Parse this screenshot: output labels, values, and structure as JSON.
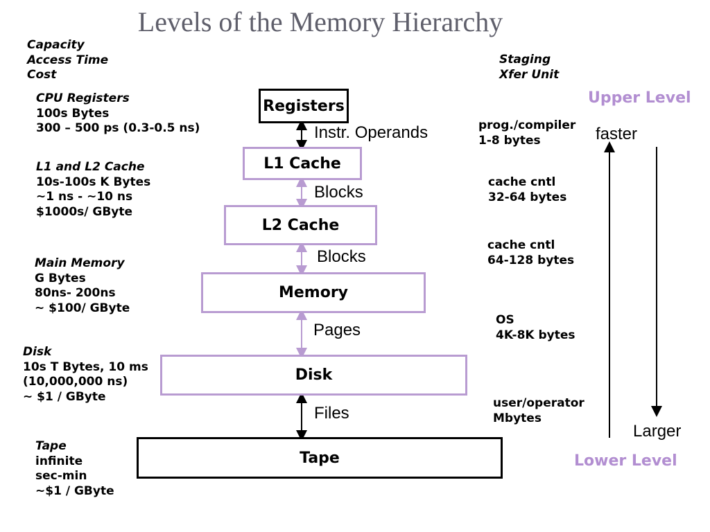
{
  "title": "Levels of the Memory Hierarchy",
  "left_header": [
    "Capacity",
    "Access Time",
    "Cost"
  ],
  "right_header": [
    "Staging",
    "Xfer Unit"
  ],
  "levels": [
    {
      "name": "Registers",
      "left": [
        "CPU Registers",
        "100s Bytes",
        "300 – 500 ps (0.3-0.5 ns)"
      ],
      "right": [
        "prog./compiler",
        "1-8 bytes"
      ],
      "transfer": "Instr. Operands"
    },
    {
      "name": "L1 Cache",
      "left": [
        "L1 and L2 Cache",
        "10s-100s K Bytes",
        "~1 ns - ~10 ns",
        "$1000s/ GByte"
      ],
      "right": [
        "cache cntl",
        "32-64 bytes"
      ],
      "transfer": "Blocks"
    },
    {
      "name": "L2 Cache",
      "left": [],
      "right": [
        "cache cntl",
        "64-128 bytes"
      ],
      "transfer": "Blocks"
    },
    {
      "name": "Memory",
      "left": [
        "Main Memory",
        "G Bytes",
        "80ns- 200ns",
        "~ $100/ GByte"
      ],
      "right": [
        "OS",
        "4K-8K bytes"
      ],
      "transfer": "Pages"
    },
    {
      "name": "Disk",
      "left": [
        "Disk",
        "10s T Bytes, 10 ms",
        "(10,000,000 ns)",
        "~ $1 / GByte"
      ],
      "right": [
        "user/operator",
        "Mbytes"
      ],
      "transfer": "Files"
    },
    {
      "name": "Tape",
      "left": [
        "Tape",
        "infinite",
        "sec-min",
        "~$1 / GByte"
      ],
      "right": [],
      "transfer": ""
    }
  ],
  "upper_level": "Upper Level",
  "lower_level": "Lower Level",
  "faster": "faster",
  "larger": "Larger",
  "colors": {
    "accent": "#b28ed1",
    "box_purple": "#b89bd1",
    "title": "#5f5f6b"
  }
}
